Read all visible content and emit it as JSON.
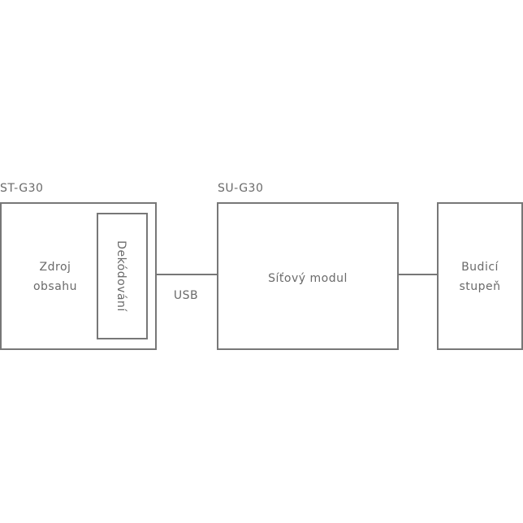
{
  "labels": {
    "st_device": "ST-G30",
    "su_device": "SU-G30",
    "source_line1": "Zdroj",
    "source_line2": "obsahu",
    "decoding": "Dekódování",
    "usb": "USB",
    "network_module": "Síťový modul",
    "driver_line1": "Budicí",
    "driver_line2": "stupeň"
  }
}
